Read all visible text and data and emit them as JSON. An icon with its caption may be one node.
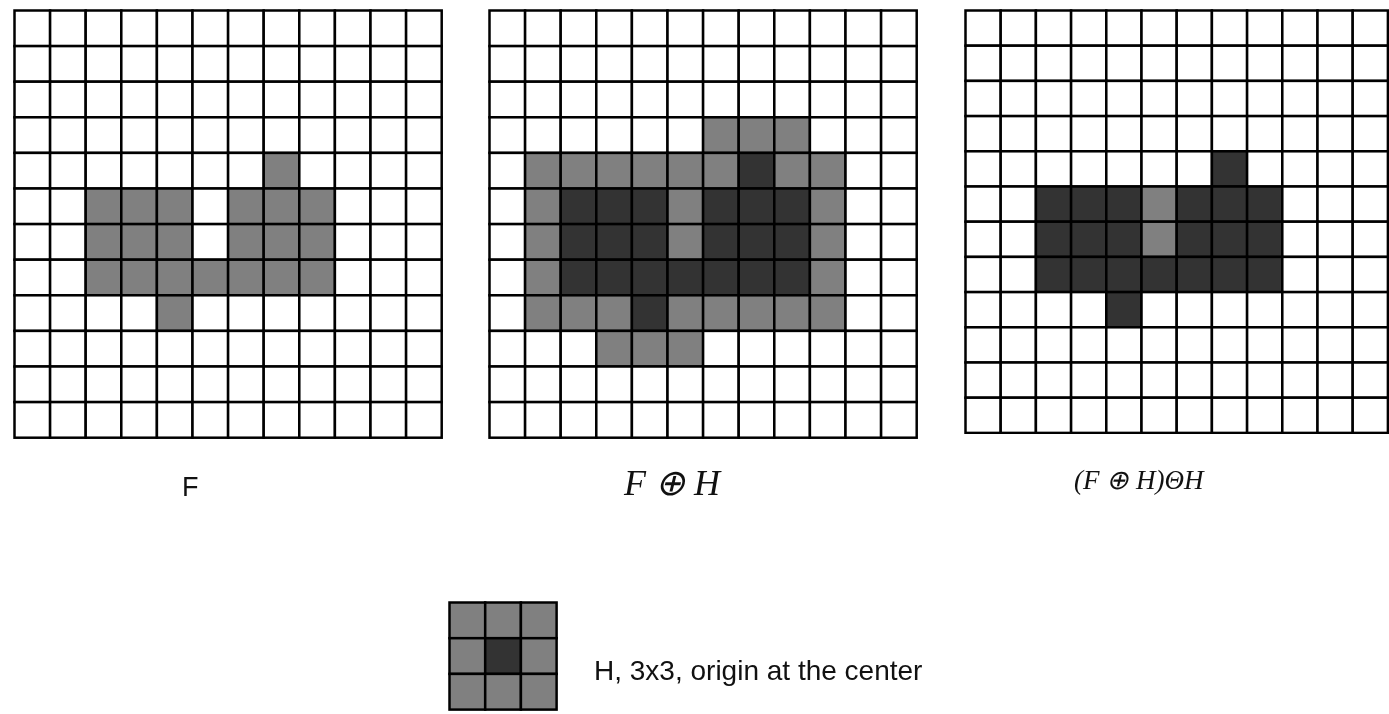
{
  "diagram": {
    "labels": [
      "F",
      "F ⊕ H",
      "(F ⊕ H)ΘH",
      "H, 3x3, origin at the center"
    ]
  }
}
